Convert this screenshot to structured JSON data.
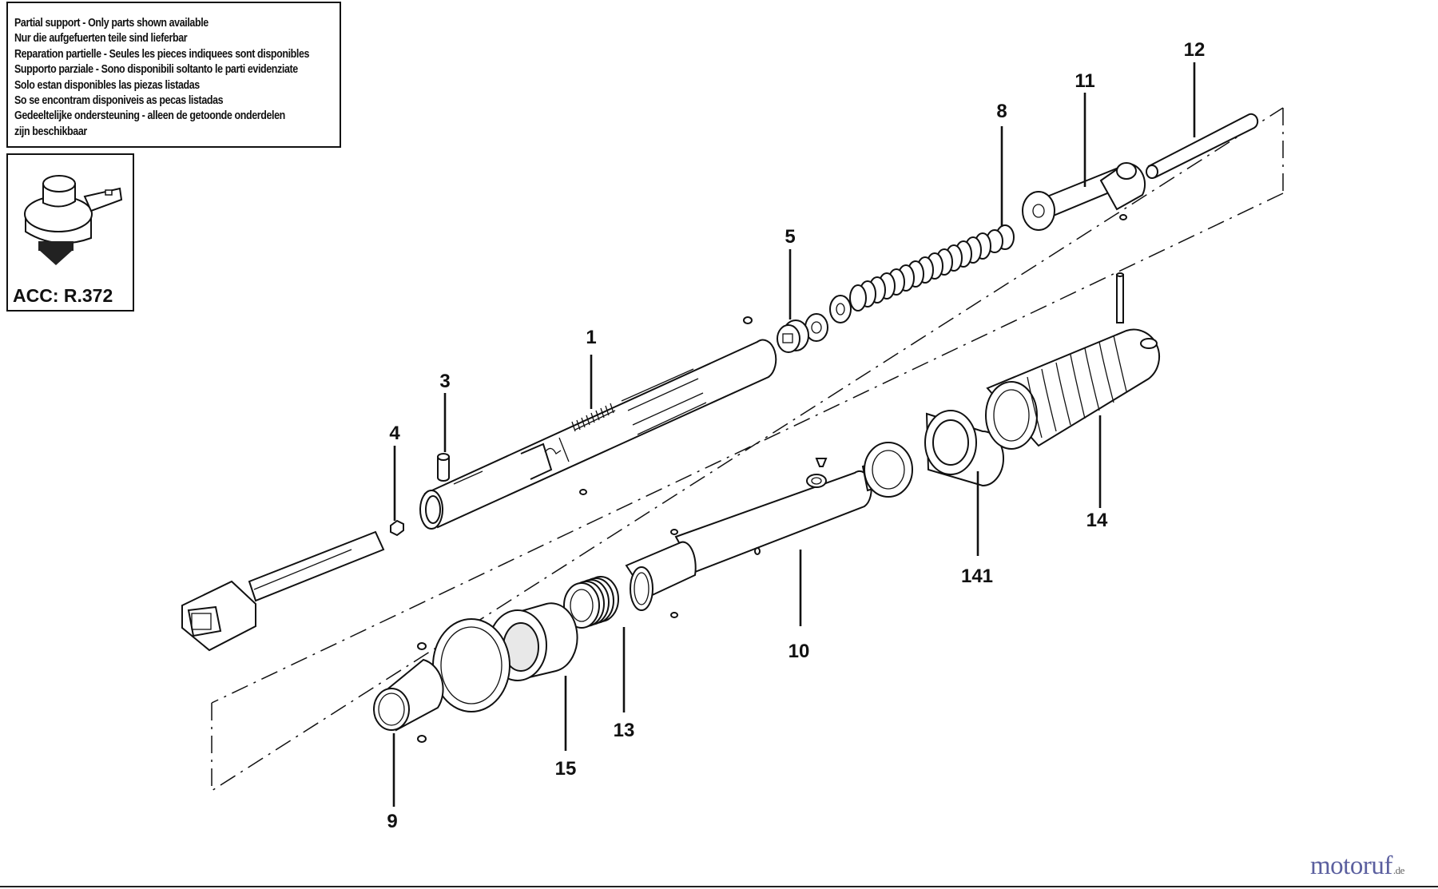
{
  "notice": {
    "lines": [
      "Partial support - Only parts shown available",
      "Nur die aufgefuerten teile sind lieferbar",
      "Reparation partielle - Seules les pieces indiquees sont disponibles",
      "Supporto parziale - Sono disponibili soltanto le parti evidenziate",
      "Solo estan disponibles las piezas listadas",
      "So se encontram disponiveis as pecas listadas",
      "Gedeeltelijke ondersteuning - alleen de getoonde onderdelen",
      "zijn beschikbaar"
    ]
  },
  "accessory": {
    "label": "ACC: R.372"
  },
  "callouts": {
    "p1": "1",
    "p3": "3",
    "p4": "4",
    "p5": "5",
    "p8": "8",
    "p9": "9",
    "p10": "10",
    "p11": "11",
    "p12": "12",
    "p13": "13",
    "p14": "14",
    "p141": "141",
    "p15": "15"
  },
  "brand": {
    "name": "motoruf",
    "suffix": ".de"
  }
}
